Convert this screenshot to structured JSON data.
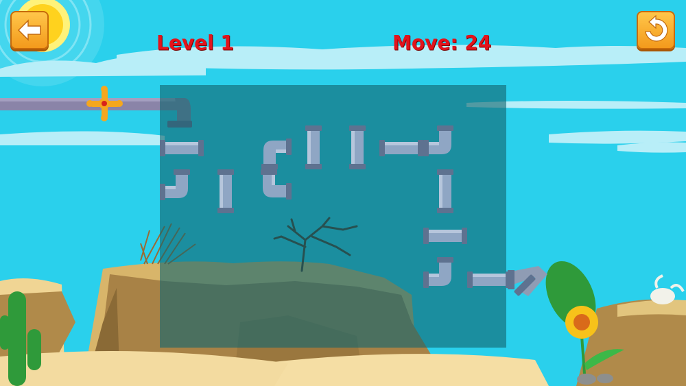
{
  "hud": {
    "level_label": "Level 1",
    "move_label": "Move:",
    "move_count": "24",
    "back_icon": "arrow-left-icon",
    "restart_icon": "restart-icon"
  },
  "board": {
    "rows": 5,
    "cols": 8,
    "pieces": [
      {
        "row": 0,
        "col": 0,
        "type": "straight-horizontal"
      },
      {
        "row": 0,
        "col": 2,
        "type": "elbow-down-right"
      },
      {
        "row": 0,
        "col": 3,
        "type": "straight-vertical"
      },
      {
        "row": 0,
        "col": 4,
        "type": "straight-vertical"
      },
      {
        "row": 0,
        "col": 5,
        "type": "straight-horizontal"
      },
      {
        "row": 0,
        "col": 6,
        "type": "elbow-up-left"
      },
      {
        "row": 1,
        "col": 0,
        "type": "elbow-up-left"
      },
      {
        "row": 1,
        "col": 1,
        "type": "straight-vertical"
      },
      {
        "row": 1,
        "col": 2,
        "type": "elbow-up-right"
      },
      {
        "row": 1,
        "col": 6,
        "type": "straight-vertical"
      },
      {
        "row": 2,
        "col": 6,
        "type": "straight-horizontal"
      },
      {
        "row": 3,
        "col": 6,
        "type": "elbow-up-left"
      },
      {
        "row": 3,
        "col": 7,
        "type": "straight-horizontal"
      }
    ]
  },
  "colors": {
    "sky": "#2ad0ec",
    "board_overlay": "#12656f",
    "title_red": "#e2141c",
    "button_orange": "#f7a824",
    "pipe_body": "#8fa6c4",
    "pipe_joint": "#5e7290"
  }
}
